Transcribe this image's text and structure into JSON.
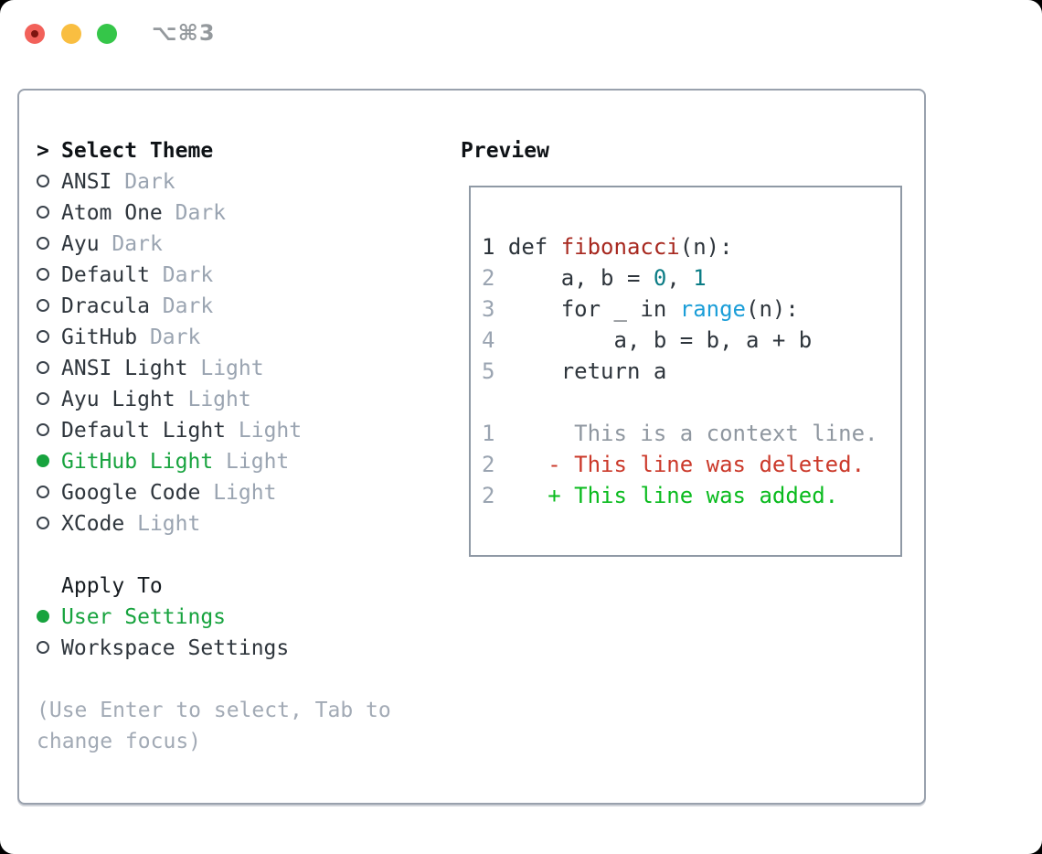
{
  "window": {
    "title": "⌥⌘3"
  },
  "theme_list": {
    "prompt": ">",
    "header": "Select Theme",
    "items": [
      {
        "name": "ANSI",
        "tag": "Dark",
        "selected": false
      },
      {
        "name": "Atom One",
        "tag": "Dark",
        "selected": false
      },
      {
        "name": "Ayu",
        "tag": "Dark",
        "selected": false
      },
      {
        "name": "Default",
        "tag": "Dark",
        "selected": false
      },
      {
        "name": "Dracula",
        "tag": "Dark",
        "selected": false
      },
      {
        "name": "GitHub",
        "tag": "Dark",
        "selected": false
      },
      {
        "name": "ANSI Light",
        "tag": "Light",
        "selected": false
      },
      {
        "name": "Ayu Light",
        "tag": "Light",
        "selected": false
      },
      {
        "name": "Default Light",
        "tag": "Light",
        "selected": false
      },
      {
        "name": "GitHub Light",
        "tag": "Light",
        "selected": true
      },
      {
        "name": "Google Code",
        "tag": "Light",
        "selected": false
      },
      {
        "name": "XCode",
        "tag": "Light",
        "selected": false
      }
    ]
  },
  "apply_to": {
    "header": "Apply To",
    "items": [
      {
        "name": "User Settings",
        "selected": true
      },
      {
        "name": "Workspace Settings",
        "selected": false
      }
    ]
  },
  "hint": "(Use Enter to select, Tab to change focus)",
  "preview": {
    "header": "Preview",
    "code_lines": [
      {
        "num": "1",
        "num_style": "dark",
        "tokens": [
          {
            "text": "def ",
            "style": "plain"
          },
          {
            "text": "fibonacci",
            "style": "function"
          },
          {
            "text": "(n):",
            "style": "plain"
          }
        ]
      },
      {
        "num": "2",
        "num_style": "muted",
        "tokens": [
          {
            "text": "    a, b = ",
            "style": "plain"
          },
          {
            "text": "0",
            "style": "number"
          },
          {
            "text": ", ",
            "style": "plain"
          },
          {
            "text": "1",
            "style": "number"
          }
        ]
      },
      {
        "num": "3",
        "num_style": "muted",
        "tokens": [
          {
            "text": "    for _ in ",
            "style": "plain"
          },
          {
            "text": "range",
            "style": "builtin"
          },
          {
            "text": "(n):",
            "style": "plain"
          }
        ]
      },
      {
        "num": "4",
        "num_style": "muted",
        "tokens": [
          {
            "text": "        a, b = b, a + b",
            "style": "plain"
          }
        ]
      },
      {
        "num": "5",
        "num_style": "muted",
        "tokens": [
          {
            "text": "    return a",
            "style": "plain"
          }
        ]
      }
    ],
    "diff_lines": [
      {
        "num": "1",
        "sign": " ",
        "text": "This is a context line.",
        "type": "context"
      },
      {
        "num": "2",
        "sign": "-",
        "text": "This line was deleted.",
        "type": "deleted"
      },
      {
        "num": "2",
        "sign": "+",
        "text": "This line was added.",
        "type": "added"
      }
    ]
  },
  "colors": {
    "selected_green": "#17a33e",
    "added_green": "#0abb1e",
    "deleted_red": "#cb392a",
    "function_red": "#a7281f",
    "number_teal": "#0b7c85",
    "builtin_blue": "#1b9ed8",
    "text_dark": "#2e353c",
    "muted_gray": "#9aa4b1",
    "hint_gray": "#a2aab5",
    "context_gray": "#8f97a0",
    "close_red": "#f2615a",
    "minimize_yellow": "#f9be41",
    "maximize_green": "#35c649"
  }
}
